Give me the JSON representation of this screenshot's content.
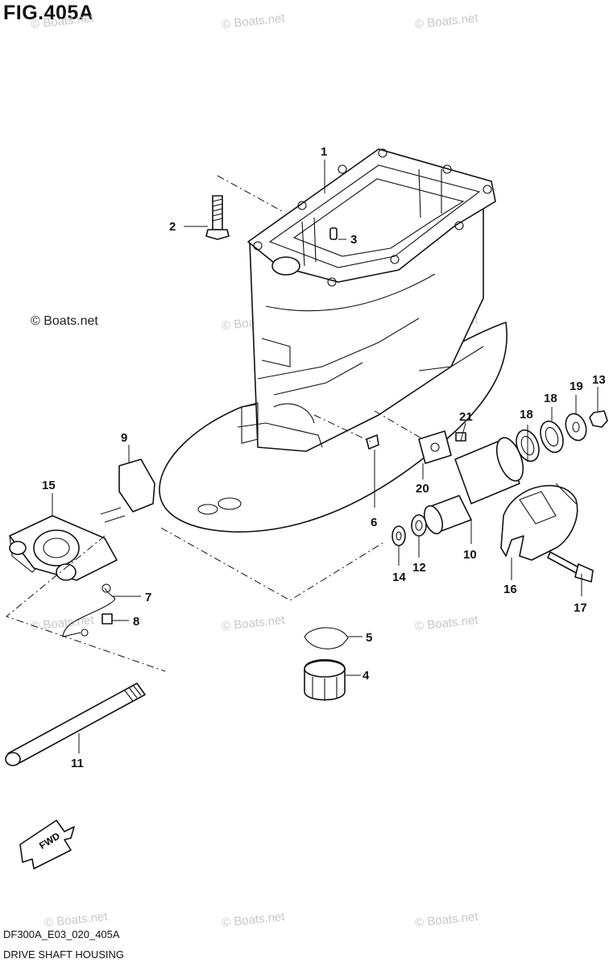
{
  "figure": {
    "title": "FIG.405A",
    "code": "DF300A_E03_020_405A",
    "description": "DRIVE SHAFT HOUSING",
    "watermark": "© Boats.net"
  },
  "fwd_label": "FWD",
  "callouts": [
    "1",
    "2",
    "3",
    "4",
    "5",
    "6",
    "7",
    "8",
    "9",
    "10",
    "11",
    "12",
    "13",
    "14",
    "15",
    "16",
    "17",
    "18",
    "18",
    "19",
    "20",
    "21"
  ]
}
